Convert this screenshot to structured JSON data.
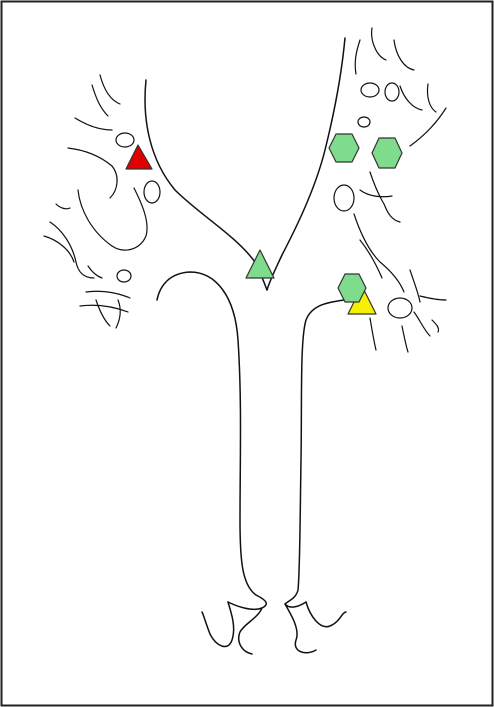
{
  "diagram": {
    "background": "#ffffff",
    "border_color": "#222222",
    "line_color": "#111111",
    "markers": [
      {
        "name": "red-triangle-marker",
        "shape": "triangle",
        "color": "#e00000"
      },
      {
        "name": "green-triangle-marker-center",
        "shape": "triangle",
        "color": "#7fdc8c"
      },
      {
        "name": "yellow-triangle-marker",
        "shape": "triangle",
        "color": "#f7f000"
      },
      {
        "name": "green-hexagon-marker-upper-left",
        "shape": "hexagon",
        "color": "#7fdc8c"
      },
      {
        "name": "green-hexagon-marker-upper-right",
        "shape": "hexagon",
        "color": "#7fdc8c"
      },
      {
        "name": "green-hexagon-marker-lower",
        "shape": "hexagon",
        "color": "#7fdc8c"
      }
    ]
  }
}
